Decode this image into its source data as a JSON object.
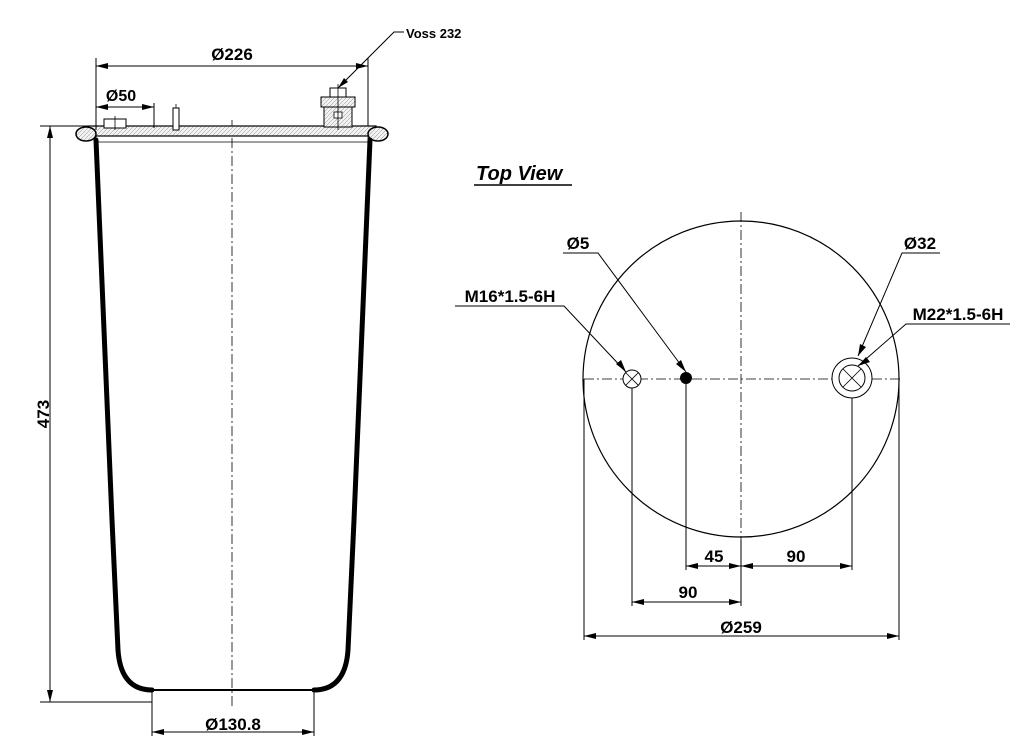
{
  "side_view": {
    "top_diameter": "Ø226",
    "bottom_diameter": "Ø130.8",
    "height": "473",
    "port_diameter": "Ø50",
    "fitting_label": "Voss 232"
  },
  "top_view": {
    "title": "Top View",
    "pin_hole_label": "Ø5",
    "air_port_label": "Ø32",
    "stud_left_thread": "M16*1.5-6H",
    "stud_right_thread": "M22*1.5-6H",
    "dim_pin_offset": "45",
    "dim_right_offset": "90",
    "dim_left_offset": "90",
    "plate_diameter": "Ø259"
  }
}
